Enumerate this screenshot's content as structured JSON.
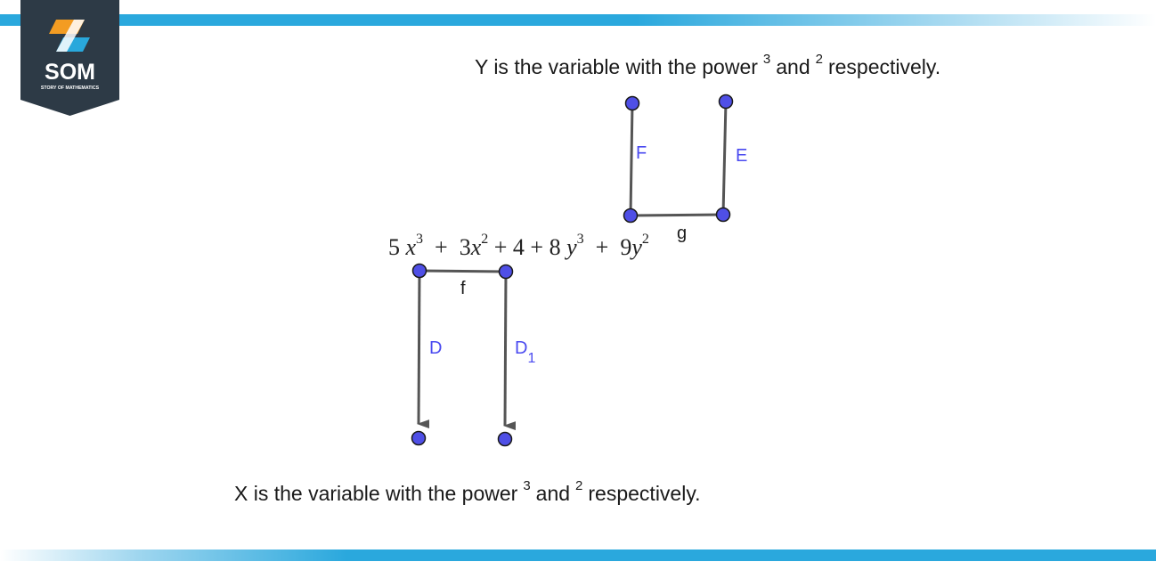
{
  "logo": {
    "text": "SOM",
    "subtext": "STORY OF MATHEMATICS"
  },
  "top_caption": {
    "prefix": "Y is the variable with the power",
    "power_a": "3",
    "middle": "and",
    "power_b": "2",
    "suffix": "respectively."
  },
  "bottom_caption": {
    "prefix": "X is the variable with the power",
    "power_a": "3",
    "middle": "and",
    "power_b": "2",
    "suffix": "respectively."
  },
  "expression": {
    "t1_coef": "5",
    "t1_var": "x",
    "t1_pow": "3",
    "op1": "+",
    "t2_coef": "3",
    "t2_var": "x",
    "t2_pow": "2",
    "t3": "+ 4 + 8",
    "t4_var": "y",
    "t4_pow": "3",
    "op2": "+",
    "t5_coef": "9",
    "t5_var": "y",
    "t5_pow": "2"
  },
  "segment_labels": {
    "F": "F",
    "E": "E",
    "g": "g",
    "f": "f",
    "D": "D",
    "D1": "D",
    "D1_sub": "1"
  },
  "colors": {
    "accent_bar": "#2aa8dd",
    "logo_bg": "#2d3a46",
    "logo_orange": "#f39c22",
    "logo_blue": "#29a8dc",
    "point_fill": "#4f4fe6",
    "segment": "#555555",
    "label_blue": "#4a4af0"
  }
}
